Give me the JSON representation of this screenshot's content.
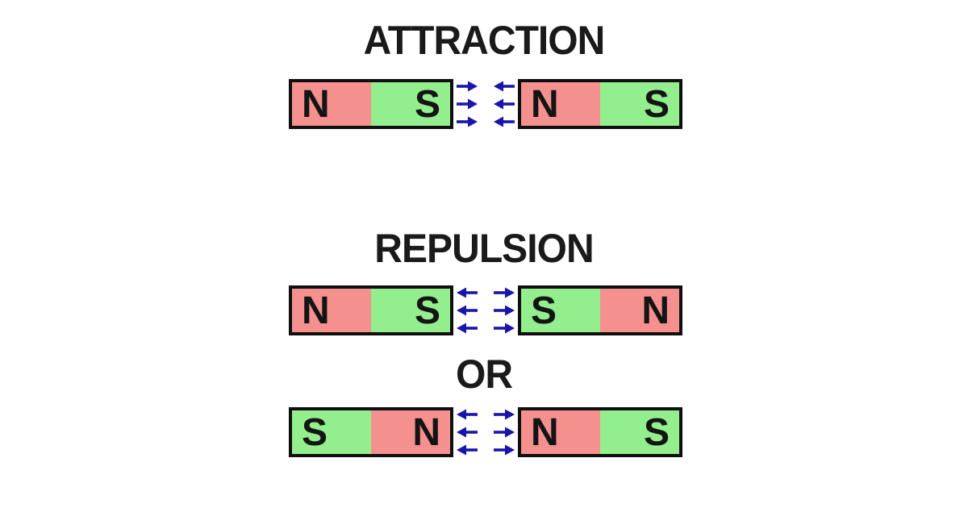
{
  "colors": {
    "canvas_bg": "#ffffff",
    "title": "#1a1a1a",
    "pole_label": "#141414",
    "magnet_border": "#0f0f0f",
    "north_pole": "#f4918e",
    "south_pole": "#93ee8e",
    "arrow": "#1b14ab"
  },
  "sections": [
    {
      "id": "attraction",
      "title": "ATTRACTION",
      "left_magnet": {
        "poles": [
          {
            "label": "N",
            "type": "north"
          },
          {
            "label": "S",
            "type": "south"
          }
        ]
      },
      "right_magnet": {
        "poles": [
          {
            "label": "N",
            "type": "north"
          },
          {
            "label": "S",
            "type": "south"
          }
        ]
      },
      "arrows": {
        "rows": 3,
        "left_group": "right",
        "right_group": "left"
      }
    },
    {
      "id": "repulsion",
      "title": "REPULSION",
      "left_magnet": {
        "poles": [
          {
            "label": "N",
            "type": "north"
          },
          {
            "label": "S",
            "type": "south"
          }
        ]
      },
      "right_magnet": {
        "poles": [
          {
            "label": "S",
            "type": "south"
          },
          {
            "label": "N",
            "type": "north"
          }
        ]
      },
      "arrows": {
        "rows": 3,
        "left_group": "left",
        "right_group": "right"
      }
    },
    {
      "id": "repulsion-alternate",
      "title": "OR",
      "left_magnet": {
        "poles": [
          {
            "label": "S",
            "type": "south"
          },
          {
            "label": "N",
            "type": "north"
          }
        ]
      },
      "right_magnet": {
        "poles": [
          {
            "label": "N",
            "type": "north"
          },
          {
            "label": "S",
            "type": "south"
          }
        ]
      },
      "arrows": {
        "rows": 3,
        "left_group": "left",
        "right_group": "right"
      }
    }
  ]
}
